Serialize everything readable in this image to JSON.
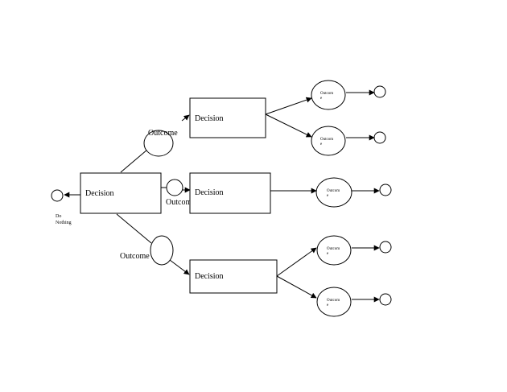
{
  "diagram": {
    "root": {
      "decision_label": "Decision",
      "do_nothing_label": [
        "Do",
        "Nothing"
      ]
    },
    "branches": {
      "top": {
        "outcome_label": "Outcome",
        "decision_label": "Decision",
        "outcomes": [
          [
            "Outcom",
            "e"
          ],
          [
            "Outcom",
            "e"
          ]
        ]
      },
      "middle": {
        "outcome_label": "Outcome",
        "decision_label": "Decision",
        "outcomes": [
          [
            "Outcom",
            "e"
          ]
        ]
      },
      "bottom": {
        "outcome_label": "Outcome",
        "decision_label": "Decision",
        "outcomes": [
          [
            "Outcom",
            "e"
          ],
          [
            "Outcom",
            "e"
          ]
        ]
      }
    },
    "colors": {
      "stroke": "#000000",
      "background": "#ffffff"
    }
  }
}
